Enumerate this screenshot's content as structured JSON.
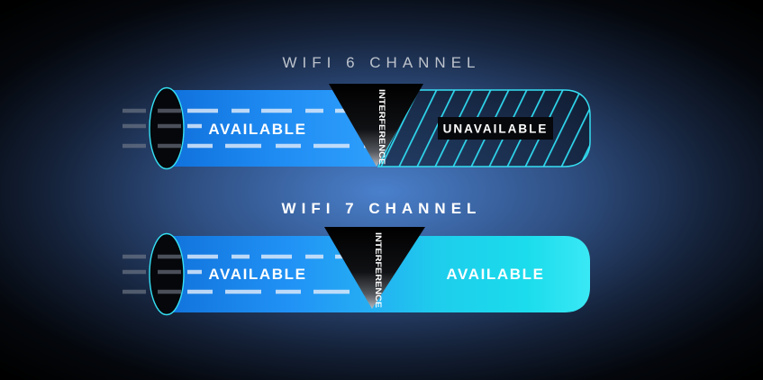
{
  "diagram": {
    "wifi6": {
      "title": "WIFI 6 CHANNEL",
      "available": "AVAILABLE",
      "interference": "INTERFERENCE",
      "unavailable": "UNAVAILABLE"
    },
    "wifi7": {
      "title": "WIFI 7 CHANNEL",
      "available_before": "AVAILABLE",
      "interference": "INTERFERENCE",
      "available_after": "AVAILABLE"
    },
    "colors": {
      "channel_blue": "#2196f8",
      "channel_cyan": "#19d6e9",
      "hatch_outline_cyan": "#35dff2",
      "interference_black": "#000000",
      "badge_black": "#07080c",
      "background_glow": "#4a80cc",
      "background_base": "#000000",
      "title_wifi6_gray": "#bdc3cc",
      "title_wifi7_white": "#ffffff"
    }
  }
}
